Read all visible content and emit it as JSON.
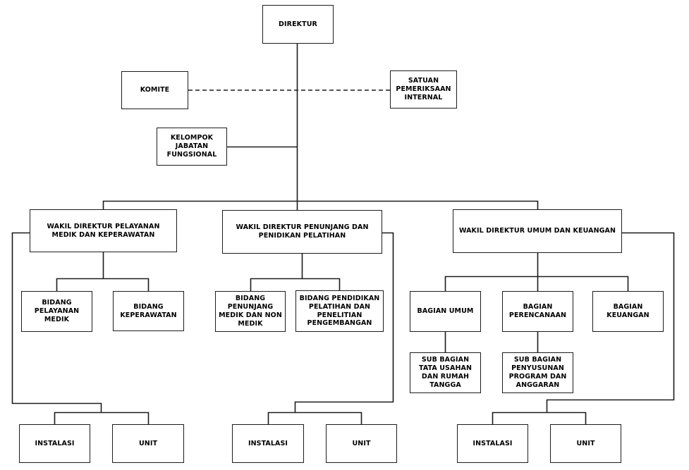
{
  "diagram": {
    "type": "org-chart",
    "colors": {
      "line": "#1c1c1c",
      "box_border": "#1c1c1c",
      "box_bg": "#ffffff",
      "text": "#000000",
      "page_bg": "#ffffff"
    },
    "hierarchy_note": "DIREKTUR at top; KOMITE linked by dashed line to SATUAN PEMERIKSAAN INTERNAL; KELOMPOK JABATAN FUNGSIONAL attached to main line; three deputy directors each with subordinate units; each branch ends in INSTALASI and UNIT"
  },
  "nodes": {
    "direktur": "DIREKTUR",
    "komite": "KOMITE",
    "satuan_pemeriksaan_internal": "SATUAN\nPEMERIKSAAN\nINTERNAL",
    "kelompok_jabatan_fungsional": "KELOMPOK\nJABATAN\nFUNGSIONAL",
    "wakil_pelayanan": "WAKIL DIREKTUR PELAYANAN\nMEDIK DAN KEPERAWATAN",
    "wakil_penunjang": "WAKIL DIREKTUR PENUNJANG DAN\nPENIDIKAN PELATIHAN",
    "wakil_umum": "WAKIL DIREKTUR UMUM DAN KEUANGAN",
    "bidang_pelayanan_medik": "BIDANG\nPELAYANAN\nMEDIK",
    "bidang_keperawatan": "BIDANG\nKEPERAWATAN",
    "bidang_penunjang_medik": "BIDANG\nPENUNJANG\nMEDIK DAN NON\nMEDIK",
    "bidang_pendidikan": "BIDANG PENDIDIKAN\nPELATIHAN DAN\nPENELITIAN\nPENGEMBANGAN",
    "bagian_umum": "BAGIAN UMUM",
    "bagian_perencanaan": "BAGIAN\nPERENCANAAN",
    "bagian_keuangan": "BAGIAN\nKEUANGAN",
    "sub_bagian_tata_usahan": "SUB BAGIAN\nTATA USAHAN\nDAN RUMAH\nTANGGA",
    "sub_bagian_penyusunan": "SUB BAGIAN\nPENYUSUNAN\nPROGRAM DAN\nANGGARAN"
  },
  "bottom_rows": [
    {
      "branch": "pelayanan",
      "instalasi": "INSTALASI",
      "unit": "UNIT"
    },
    {
      "branch": "penunjang",
      "instalasi": "INSTALASI",
      "unit": "UNIT"
    },
    {
      "branch": "umum",
      "instalasi": "INSTALASI",
      "unit": "UNIT"
    }
  ]
}
